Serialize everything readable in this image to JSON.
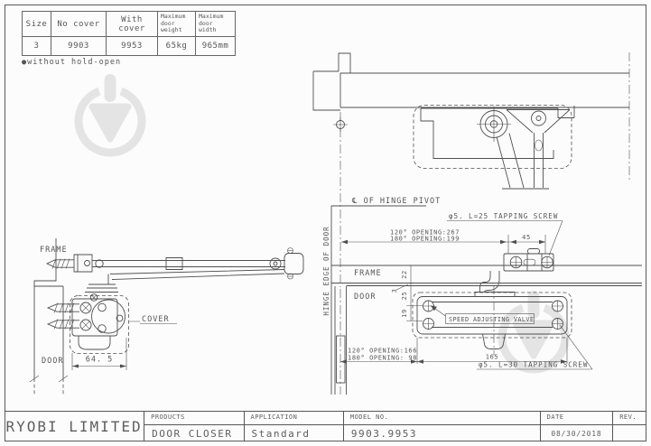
{
  "spec_table": {
    "headers": [
      "Size",
      "No cover",
      "With cover",
      "Maximum door weight",
      "Maximum door width"
    ],
    "row": [
      "3",
      "9903",
      "9953",
      "65kg",
      "965mm"
    ],
    "note": "●without hold-open"
  },
  "side_view": {
    "frame_label": "FRAME",
    "cover_label": "COVER",
    "door_label": "DOOR",
    "width_dim": "64. 5"
  },
  "install_view": {
    "hinge_pivot_label": "℄ OF HINGE PIVOT",
    "hinge_edge_label": "HINGE EDGE OF DOOR",
    "tapping_screw_top": "φ5. L=25 TAPPING SCREW",
    "tapping_screw_bottom": "φ5. L=30 TAPPING SCREW",
    "opening_top_120": "120° OPENING:267",
    "opening_top_180": "180° OPENING:199",
    "opening_bottom_120": "120° OPENING:166",
    "opening_bottom_180": "180° OPENING: 98",
    "dim_45": "45",
    "dim_22": "22",
    "dim_3": "3",
    "dim_25": "25",
    "dim_19": "19",
    "dim_165": "165",
    "frame_label": "FRAME",
    "door_label": "DOOR",
    "valve_label": "SPEED ADJUSTING VALVE"
  },
  "title_block": {
    "company": "RYOBI LIMITED",
    "products_label": "PRODUCTS",
    "products_value": "DOOR CLOSER",
    "application_label": "APPLICATION",
    "application_value": "Standard",
    "model_label": "MODEL NO.",
    "model_value": "9903.9953",
    "date_label": "DATE",
    "date_value": "08/30/2018",
    "rev_label": "REV.",
    "rev_value": ""
  },
  "colors": {
    "line": "#4f4f4f",
    "text": "#565656",
    "watermark": "#e4e4e4",
    "background": "#fcfcfc"
  }
}
